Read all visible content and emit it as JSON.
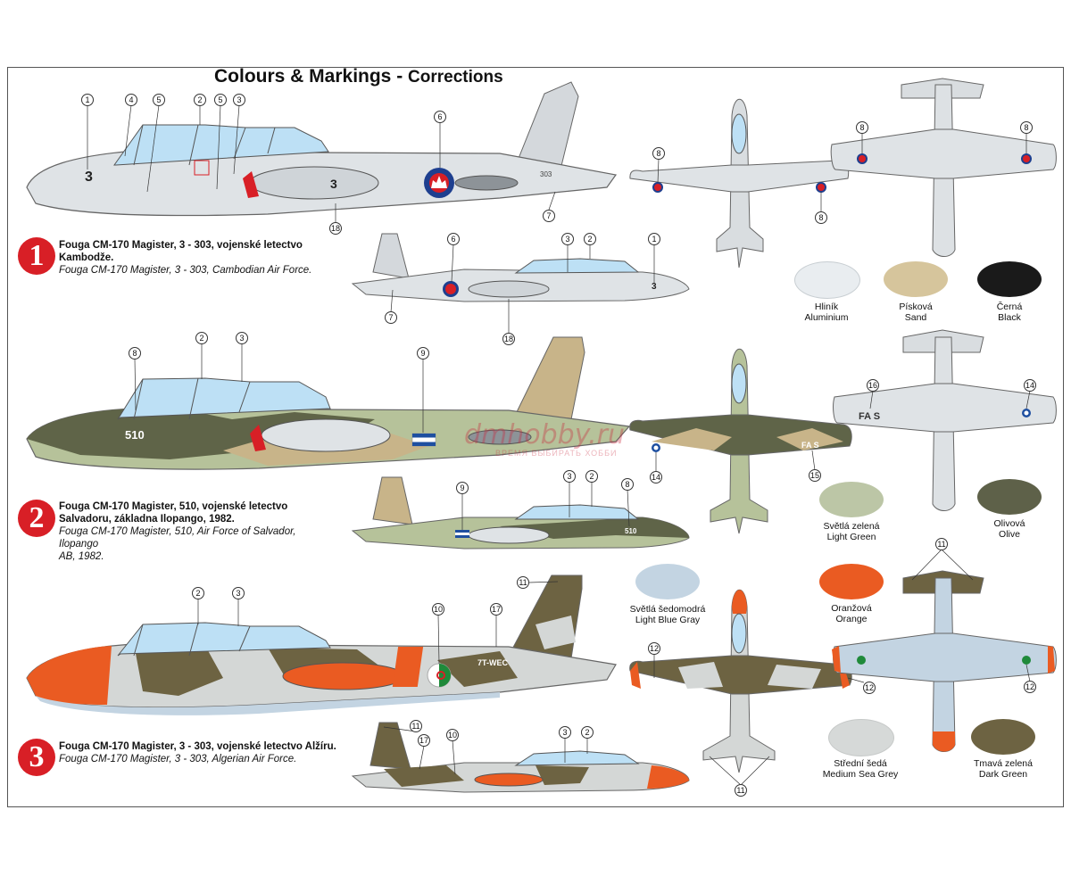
{
  "title": {
    "main": "Colours & Markings",
    "dash": " - ",
    "sub": "Corrections"
  },
  "schemes": [
    {
      "number": "1",
      "caption_cz_1": "Fouga CM-170 Magister, 3 - 303, vojenské letectvo",
      "caption_cz_2": "Kambodže.",
      "caption_en": "Fouga CM-170 Magister, 3 - 303, Cambodian Air Force.",
      "side_code": "3",
      "tail_code": "303"
    },
    {
      "number": "2",
      "caption_cz_1": "Fouga CM-170 Magister, 510, vojenské letectvo",
      "caption_cz_2": "Salvadoru, základna Ilopango, 1982.",
      "caption_en_1": "Fouga CM-170 Magister, 510, Air Force of Salvador, Ilopango",
      "caption_en_2": "AB, 1982.",
      "side_code": "510",
      "wing_code": "FA S"
    },
    {
      "number": "3",
      "caption_cz_1": "Fouga CM-170 Magister, 3 - 303, vojenské letectvo Alžíru.",
      "caption_en": "Fouga CM-170 Magister, 3 - 303, Algerian  Air Force.",
      "tail_code": "7T-WEC"
    }
  ],
  "colours": [
    {
      "cz": "Hliník",
      "en": "Aluminium",
      "hex": "#e9edf0"
    },
    {
      "cz": "Písková",
      "en": "Sand",
      "hex": "#d6c59c"
    },
    {
      "cz": "Černá",
      "en": "Black",
      "hex": "#1a1a1a"
    },
    {
      "cz": "Světlá zelená",
      "en": "Light Green",
      "hex": "#bcc6a6"
    },
    {
      "cz": "Olivová",
      "en": "Olive",
      "hex": "#5e6149"
    },
    {
      "cz": "Světlá šedomodrá",
      "en": "Light Blue Gray",
      "hex": "#c3d4e2"
    },
    {
      "cz": "Oranžová",
      "en": "Orange",
      "hex": "#ea5b22"
    },
    {
      "cz": "Střední šedá",
      "en": "Medium Sea Grey",
      "hex": "#d6d9d8"
    },
    {
      "cz": "Tmavá zelená",
      "en": "Dark Green",
      "hex": "#6d6342"
    }
  ],
  "callouts": {
    "n1": "1",
    "n2": "2",
    "n3": "3",
    "n4": "4",
    "n5": "5",
    "n6": "6",
    "n7": "7",
    "n8": "8",
    "n9": "9",
    "n10": "10",
    "n11": "11",
    "n12": "12",
    "n14": "14",
    "n15": "15",
    "n16": "16",
    "n17": "17",
    "n18": "18"
  },
  "watermark": {
    "main": "dmhobby.ru",
    "sub": "ВРЕМЯ ВЫБИРАТЬ ХОББИ"
  }
}
